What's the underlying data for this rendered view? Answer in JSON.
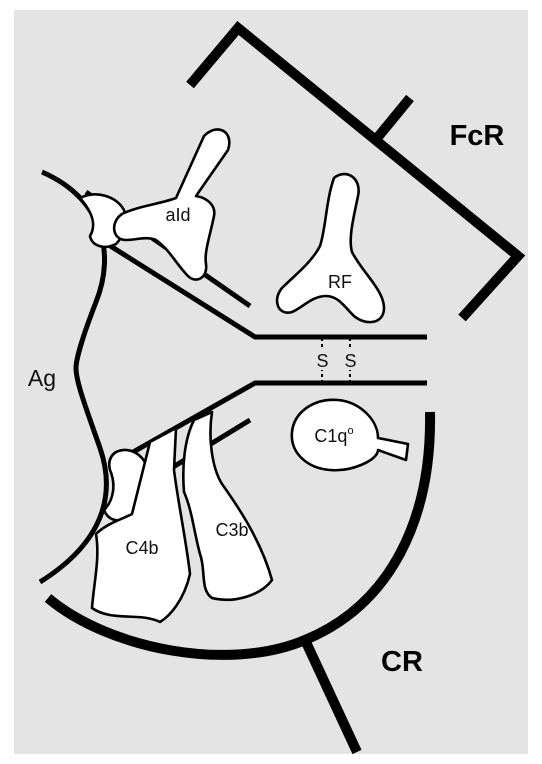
{
  "labels": {
    "fcr": "FcR",
    "cr": "CR",
    "ag": "Ag",
    "aid": "aId",
    "rf": "RF",
    "c4b": "C4b",
    "c3b": "C3b",
    "c1q": "C1q",
    "c1q_sup": "o",
    "s_left": "S",
    "s_right": "S"
  },
  "colors": {
    "background": "#e4e4e4",
    "frame": "#ffffff",
    "stroke": "#000000"
  }
}
